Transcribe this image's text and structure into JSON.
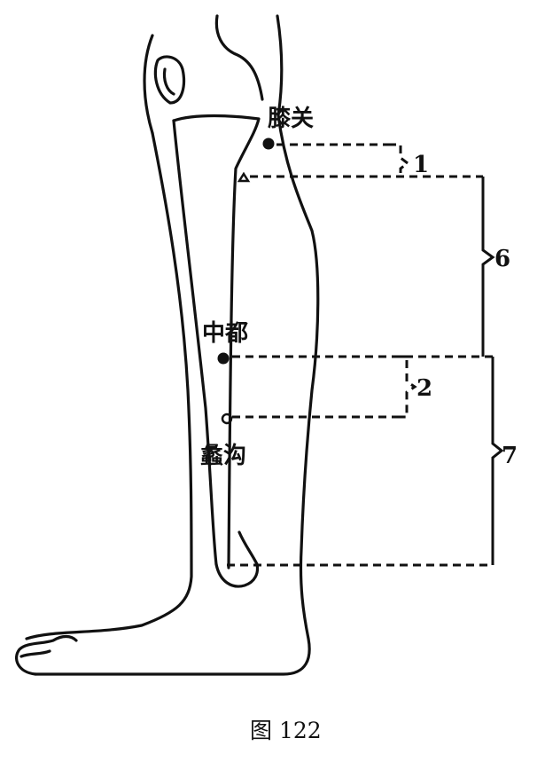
{
  "points": [
    {
      "id": "xiguan",
      "label": "膝关"
    },
    {
      "id": "zhongdu",
      "label": "中都"
    },
    {
      "id": "ligou",
      "label": "蠡沟"
    }
  ],
  "measurements": [
    {
      "id": "m1",
      "value": "1"
    },
    {
      "id": "m2",
      "value": "2"
    },
    {
      "id": "m6",
      "value": "6"
    },
    {
      "id": "m7",
      "value": "7"
    }
  ],
  "caption": "图 122",
  "colors": {
    "ink": "#111111",
    "paper": "#ffffff"
  }
}
